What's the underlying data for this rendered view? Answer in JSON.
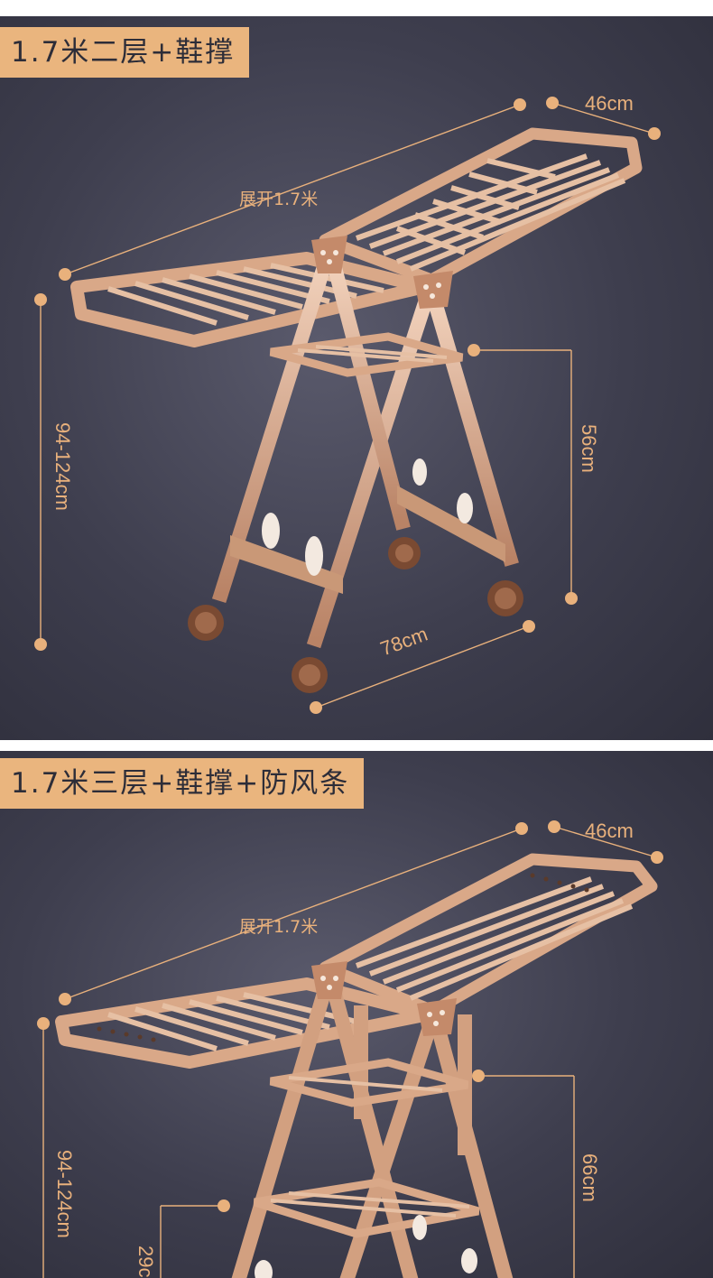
{
  "panels": [
    {
      "title": "1.7米二层+鞋撑",
      "dimensions": {
        "width": "46cm",
        "span": "展开1.7米",
        "height": "94-124cm",
        "shelf_height": "56cm",
        "depth": "78cm"
      }
    },
    {
      "title": "1.7米三层+鞋撑+防风条",
      "dimensions": {
        "width": "46cm",
        "span": "展开1.7米",
        "height": "94-124cm",
        "shelf_height": "66cm",
        "lower_shelf": "29c"
      }
    }
  ],
  "colors": {
    "label_bg": "#eab57e",
    "dimension": "#e9b17c",
    "frame": "#d9a888",
    "background": "#3e3e4e"
  }
}
